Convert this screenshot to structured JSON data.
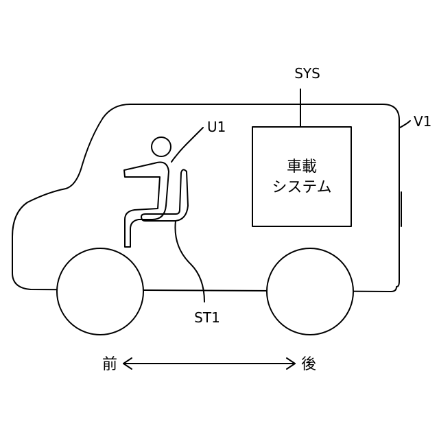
{
  "labels": {
    "system_ref": "SYS",
    "vehicle_ref": "V1",
    "user_ref": "U1",
    "seat_ref": "ST1",
    "system_box_line1": "車載",
    "system_box_line2": "システム",
    "front": "前",
    "rear": "後"
  }
}
